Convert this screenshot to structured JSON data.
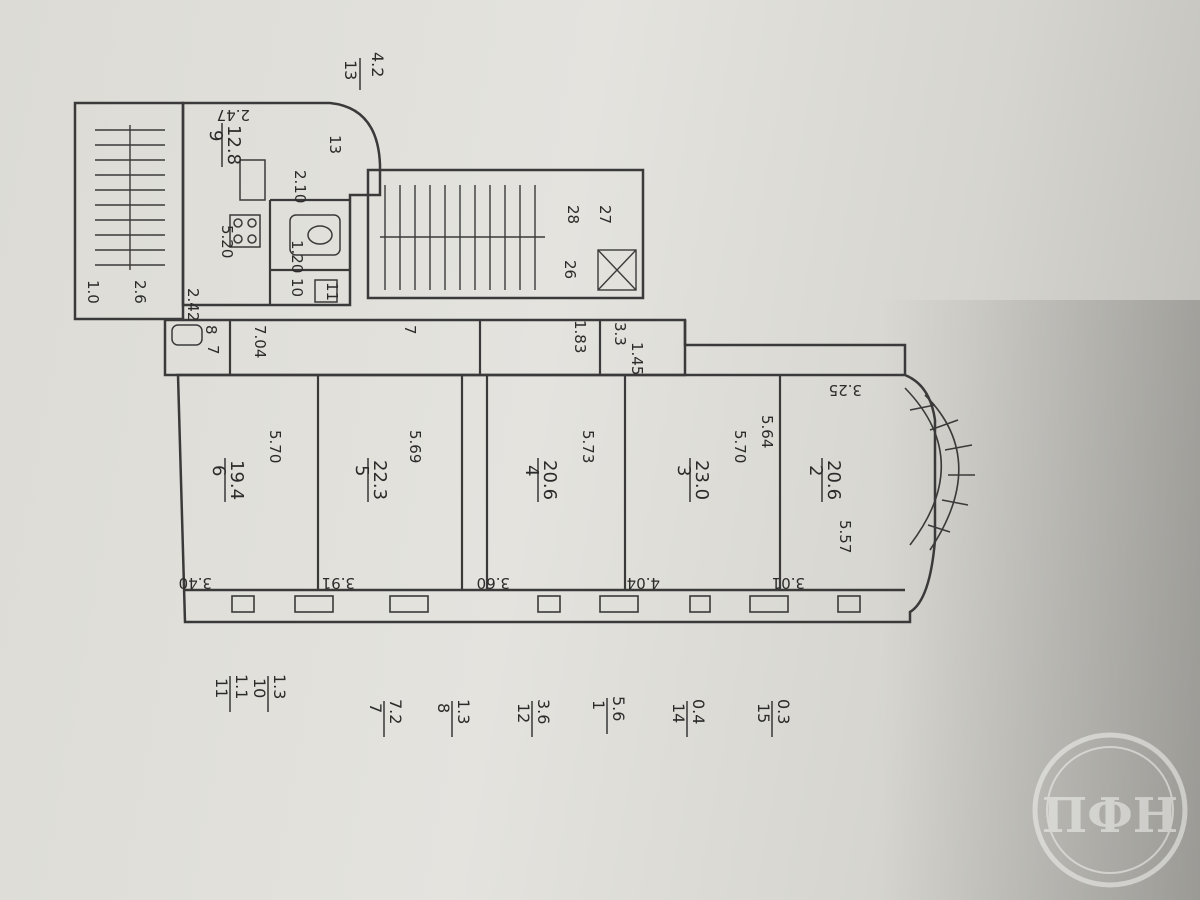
{
  "rooms": [
    {
      "num": "6",
      "area": "19.4",
      "length": "5.70",
      "width": "3.40"
    },
    {
      "num": "5",
      "area": "22.3",
      "length": "5.69",
      "width": "3.91"
    },
    {
      "num": "4",
      "area": "20.6",
      "length": "5.73",
      "width": "3.60"
    },
    {
      "num": "3",
      "area": "23.0",
      "length": "5.70",
      "width": "4.04"
    },
    {
      "num": "2",
      "area": "20.6",
      "length": "5.64",
      "width": "3.01"
    },
    {
      "num": "9",
      "area": "12.8",
      "length": "5.20",
      "width": "2.47"
    }
  ],
  "small_labels": {
    "hall_num": "7",
    "hall_len": "7.04",
    "room8": "8",
    "room10": "10",
    "room10_dim": "1.20",
    "room11": "11",
    "room12": "12",
    "room13": "13",
    "room13_dim": "2.10",
    "bay_dim": "5.57",
    "bay_width": "3.25",
    "entry_dim1": "1.83",
    "entry_dim2": "3.3",
    "entry_dim3": "1.45",
    "stair_1": "26",
    "stair_2": "27",
    "stair_3": "28",
    "stair_4": "1.0",
    "stair_5": "2.6",
    "stair_6": "2.42"
  },
  "top_fraction": {
    "num": "13",
    "den": "4.2"
  },
  "legend": [
    {
      "num": "11",
      "den": "1.1"
    },
    {
      "num": "10",
      "den": "1.3"
    },
    {
      "num": "7",
      "den": "7.2"
    },
    {
      "num": "8",
      "den": "1.3"
    },
    {
      "num": "12",
      "den": "3.6"
    },
    {
      "num": "1",
      "den": "5.6"
    },
    {
      "num": "14",
      "den": "0.4"
    },
    {
      "num": "15",
      "den": "0.3"
    }
  ],
  "stamp": {
    "letters": "ПФН"
  }
}
